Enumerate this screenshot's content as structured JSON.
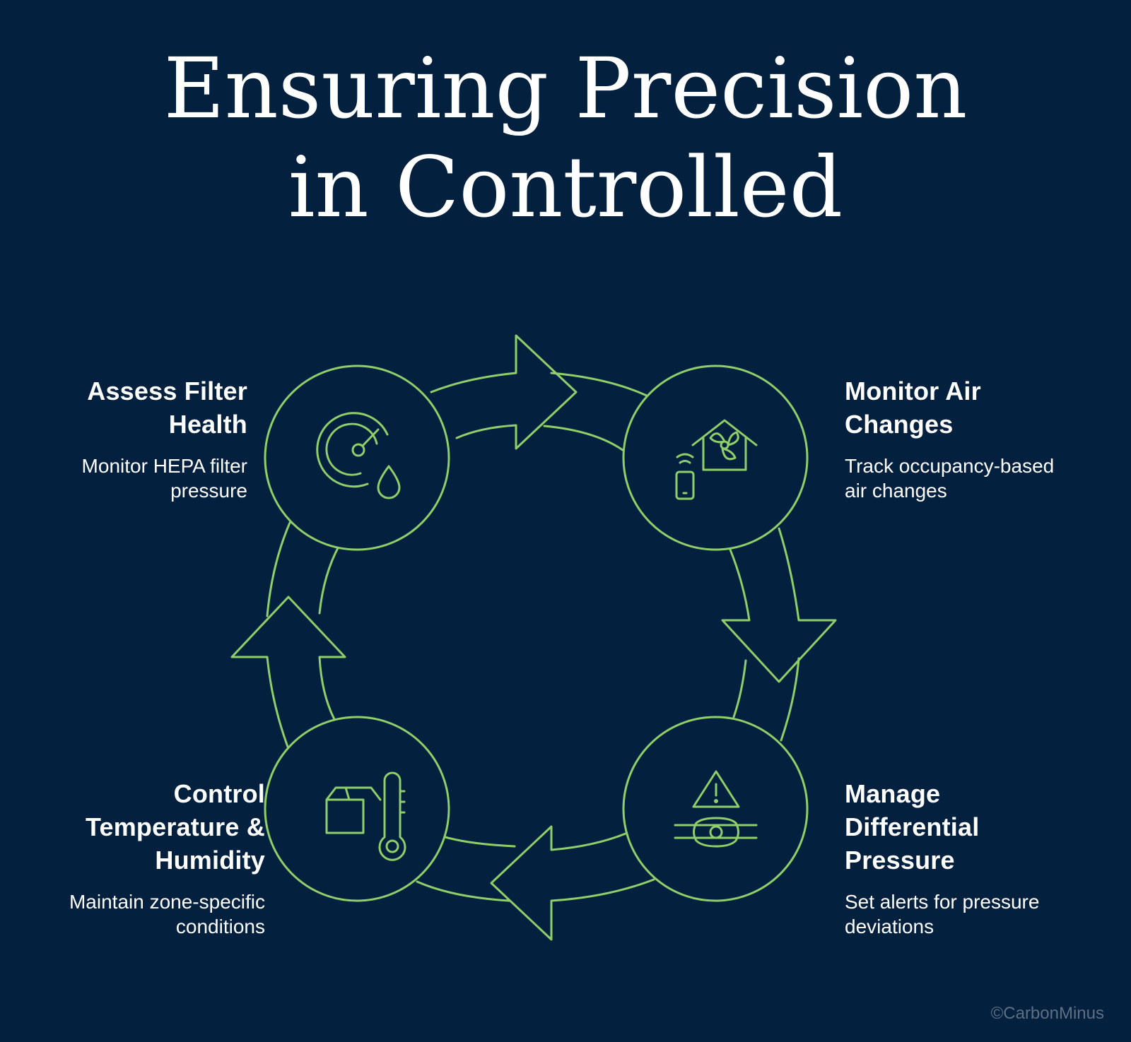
{
  "title": {
    "line1": "Ensuring Precision",
    "line2": "in Controlled"
  },
  "steps": [
    {
      "heading_lines": [
        "Assess Filter",
        "Health"
      ],
      "description_lines": [
        "Monitor HEPA filter",
        "pressure"
      ],
      "icon": "gauge-droplet-icon"
    },
    {
      "heading_lines": [
        "Monitor Air",
        "Changes"
      ],
      "description_lines": [
        "Track occupancy-based",
        "air changes"
      ],
      "icon": "smart-home-fan-icon"
    },
    {
      "heading_lines": [
        "Manage",
        "Differential",
        "Pressure"
      ],
      "description_lines": [
        "Set alerts for pressure",
        "deviations"
      ],
      "icon": "warning-valve-icon"
    },
    {
      "heading_lines": [
        "Control",
        "Temperature &",
        "Humidity"
      ],
      "description_lines": [
        "Maintain zone-specific",
        "conditions"
      ],
      "icon": "box-thermometer-icon"
    }
  ],
  "copyright": "©CarbonMinus",
  "colors": {
    "background": "#03203f",
    "accent": "#8fcf6a",
    "text": "#ffffff",
    "muted": "#5f6f82"
  }
}
